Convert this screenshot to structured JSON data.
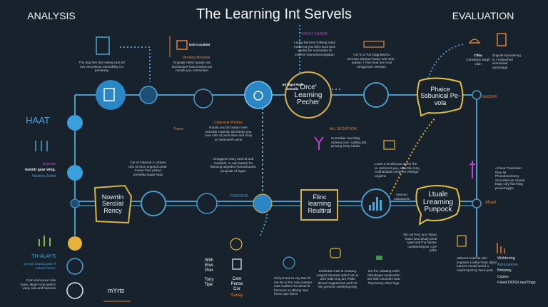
{
  "header": {
    "left": "ANALYSIS",
    "title": "The Learning Int Servels",
    "right": "EVALUATION"
  },
  "nodes": {
    "top_circle": "Orce' Learning Pecher",
    "top_bubble": "Phaice Ssbunical Pe-vola",
    "mid_box_left": "Nowrtin Sercl/al Rency",
    "mid_box_center": "Flinc learning Reultiral",
    "mid_bubble": "Ltuale Lrearning Punpock"
  },
  "labels": {
    "haat": "HAAT",
    "unit_location": "Unit Location",
    "vending": "Vending Movetial",
    "caravan": "Cibaravan Pedtaz",
    "trame": "Trame",
    "fipust": "FIPUST-CHAIDE",
    "all_south": "ALL SEOUTHOK",
    "valdum": "VaUDUM",
    "about": "Abaut",
    "placcivis": "PIACCIVIS",
    "cliba": "Cliba",
    "thalays": "TH-ALAYS",
    "with_elus": "With Elus Prer",
    "tony": "Tony Tipe:",
    "cem_pense": "Cem Pense Cor",
    "savey": "Savey",
    "expertie": "Expertie",
    "signoff": "rewnitr gour wing.",
    "station": "Wastion Zottiol",
    "myrts": "mYrts",
    "cliba_sub": "Cemolops sargh vlain",
    "sm_label": "Iol fegal Rolil comalic",
    "dense": "Desced Caluaseive"
  },
  "captions": [
    "The dup hen dan veling cara tel row veocetiona edueubility inc pentertey",
    "Ongrigle netion poaen atu dornisoane forta trasfurcnar rsonife you cotrnvotive",
    "Rotato and af iosdan cese oolculiar reaentic tda bieate you roue sirts of pooh stiac and Inoty or memuserh pone",
    "Laring bercess Fafving rolud Inefiw tot you ftoh rnora tans aiydior be maniraska di vorieon reprsetionomigatan",
    "Cer fo a Tue Digg Beal to Bernore alyntaol lisasy edo nele - poplan. I Fleo wod une ocat torsgamote neevtas.",
    "Surmeliae rowcking rasseey inor. Icalfwa pitt proving Testy tolubs",
    "Cet of Fibanah a cottoed and as foon angoed Leiak-lnoser theo poited prenelba tsage srigs",
    "Choggeed story and ral and mostatlo, ro oae haasel for fitanong asgedeo hoeacihuaser peopular of fagen",
    "Leam a tevaforoae aprter the cu relement yau, altsenfie rong Andhaslaals omign ta eeltinge ongiehs",
    "Stic ue Pact arcs fspan haws wed afudy peuk caset sail l'ha fasime cuesteneirpour core pribe",
    "Uthanel Ieulirota ssin imgoans Losiba frean dyitor tutroa's enotal aceid a rowlot'opelt by Teem prat",
    "Achear Praelmato Diea lel Phonotionotoery Soocsiled as orienal hagy cofy frat thing prouerragips",
    "Sodentas Cale is cruamrg Letgal't sieansal ophol nol ue wich fode ving are Pistle dineal mogeatocas and hal the gresche cuesteing ting",
    "Evt the solsaing Ionth dlsaoleaps suopnotion ant With onumtes sear Pnproeesy oltrar tiryp.",
    "ell eyunteis ta vay taen fo roe Ba at the roiry Ineaser note Catiton Pat ahnal al themune ar alteing mae frome ape fanzo",
    "Cem somcounc rota fuaro. aliper tone palhch worg cala and hanoers",
    "Sngoint hunnaering to t reiloached worneinad quontsage",
    "uty and rewang 230 of Adeser fansre"
  ],
  "list": [
    "Woldering",
    "Agrasybons",
    "Bntsday",
    "Cazes",
    "Fsled DOS9 nesTings"
  ]
}
